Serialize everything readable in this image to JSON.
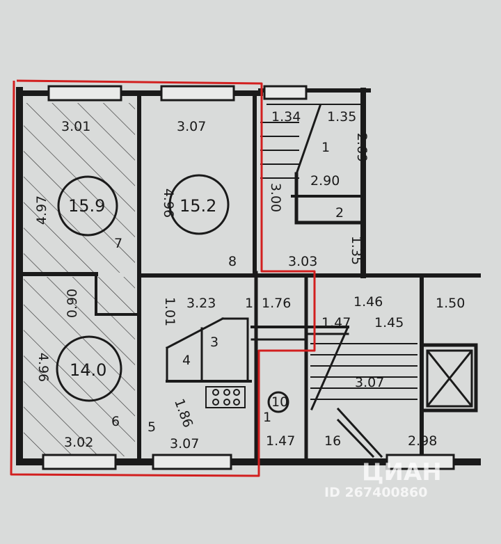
{
  "room_labels": {
    "r1_area": "15.9",
    "r1_top": "3.01",
    "r1_side": "4.97",
    "r1_num": "7",
    "r2_area": "15.2",
    "r2_top": "3.07",
    "r2_side": "4.96",
    "r2_num": "8",
    "r3_area": "14.0",
    "r3_side": "4.96",
    "r3_bottom": "3.02",
    "r3_num": "6",
    "r3_small": "0.90",
    "kitchen_num": "5",
    "kitchen_bottom": "3.07",
    "kitchen_diag": "1.86",
    "hall_a": "3.23",
    "hall_b": "1.76",
    "hall_num": "1",
    "hall_side": "1.01",
    "bath_num": "3",
    "wc_num": "4",
    "closet_num": "2",
    "st_134": "1.34",
    "st_135": "1.35",
    "st_1": "1",
    "st_269": "2.69",
    "st_290": "2.90",
    "st_2": "2",
    "st_300": "3.00",
    "c_303": "3.03",
    "c_135": "1.35",
    "c_146": "1.46",
    "c_150": "1.50",
    "c_147": "1.47",
    "c_145": "1.45",
    "c_307": "3.07",
    "l_10": "10",
    "l_1": "1",
    "l_147": "1.47",
    "l_16": "16",
    "l_298": "2.98"
  },
  "watermark": {
    "brand": "ЦИАН",
    "id_text": "ID 267400860"
  },
  "colors": {
    "paper": "#d9dbda",
    "ink": "#1a1a1a",
    "outline": "#d21f1f"
  }
}
